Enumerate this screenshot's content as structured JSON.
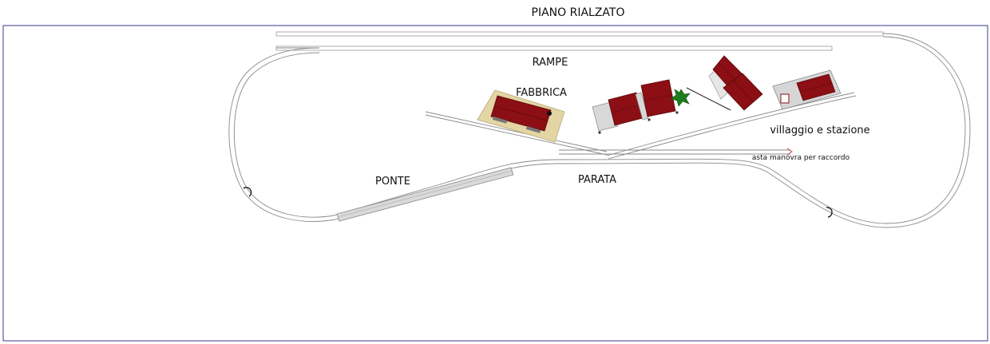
{
  "title": "PIANO RIALZATO",
  "labels": {
    "rampe": "RAMPE",
    "fabbrica": "FABBRICA",
    "villaggio": "villaggio e stazione",
    "asta": "asta manovra per raccordo",
    "ponte": "PONTE",
    "parata": "PARATA"
  },
  "colors": {
    "border": "#3a3a8c",
    "roof": "#8b0f14",
    "roof_dark": "#5e0a0d",
    "base_tan": "#e3d5a4",
    "base_grey": "#cfcfcf",
    "track": "#8a8a8a",
    "tree": "#1e7d1e"
  },
  "icons": [
    "tree-icon",
    "house-icon",
    "track-end-icon"
  ]
}
